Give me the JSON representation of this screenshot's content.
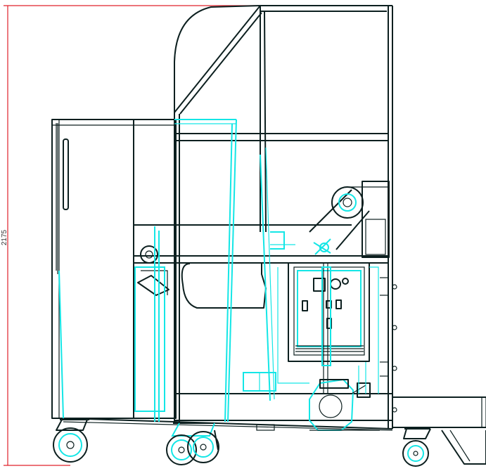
{
  "dimension": {
    "label": "2175"
  },
  "colors": {
    "outline": "#0c1f1f",
    "hidden_lines": "#14e6e6",
    "dimension": "#e0202a",
    "background": "#ffffff"
  },
  "icons": {
    "wheel": "caster-wheel",
    "motor": "motor-pump",
    "roller": "belt-roller"
  }
}
